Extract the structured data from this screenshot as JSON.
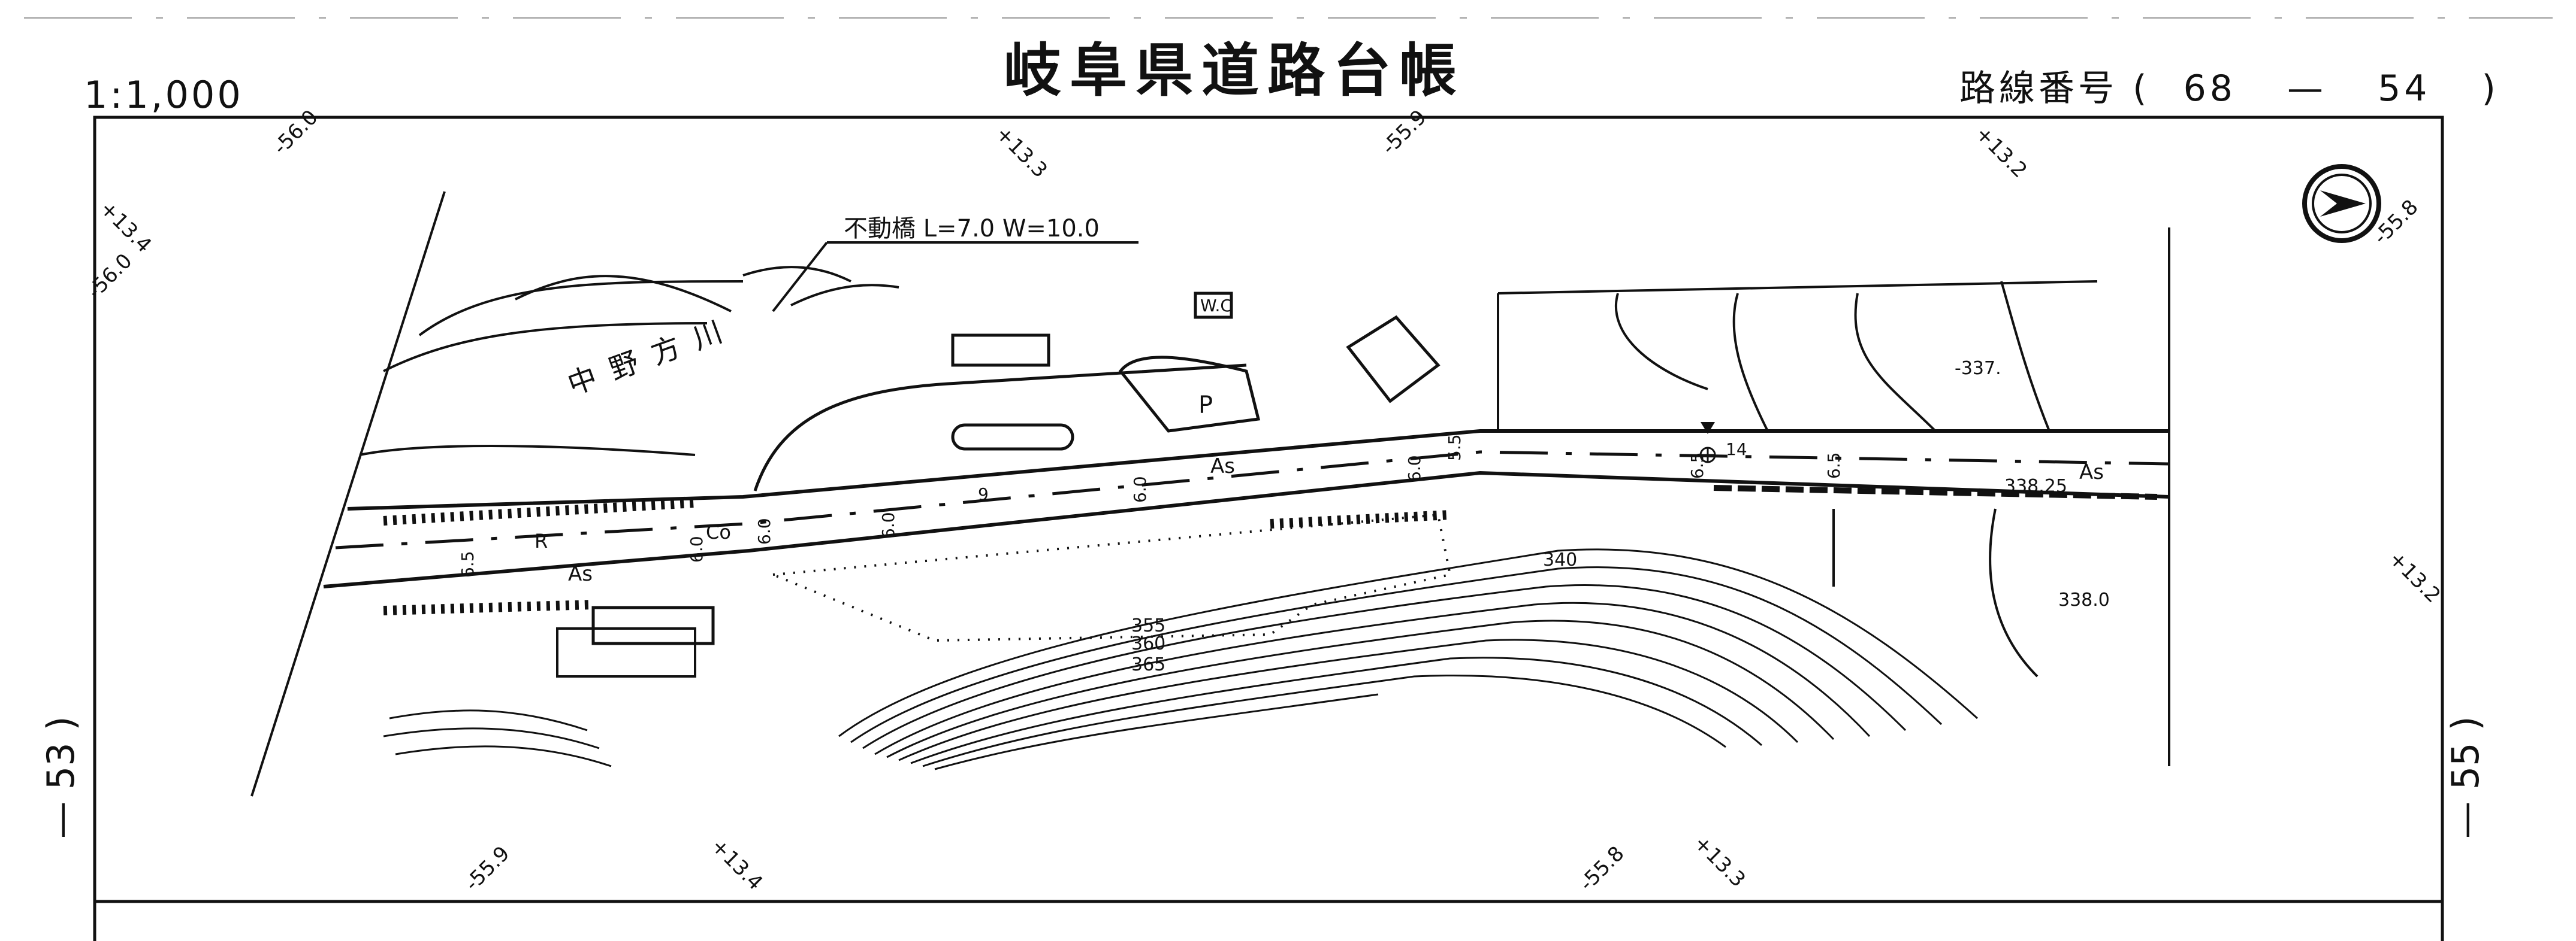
{
  "header": {
    "title": "岐阜県道路台帳",
    "scale": "1:1,000",
    "route_label": "路線番号",
    "route_open": "(",
    "route_a": "68",
    "route_dash": "—",
    "route_b": "54",
    "route_close": ")"
  },
  "sheet_refs": {
    "left": "53",
    "right": "55"
  },
  "map_labels": {
    "river": "中野方川",
    "bridge": "不動橋 L=7.0 W=10.0",
    "toilet": "W.C",
    "parking": "P",
    "surface": "As",
    "guardrail": "R",
    "concrete": "Co",
    "contours": [
      "340",
      "355",
      "360",
      "365"
    ],
    "spot_heights": [
      "-337.",
      "338.25",
      "338.0"
    ],
    "widths": [
      "6.5",
      "6.0",
      "6.0",
      "6.0",
      "9",
      "6.0",
      "6.0",
      "5.5",
      "6.5",
      "14",
      "6.5"
    ]
  },
  "grid_ticks": [
    "-56.0",
    "+13.3",
    "-55.9",
    "+13.2",
    "+13.4",
    "-56.0",
    "-55.8",
    "+13.2",
    "-55.9",
    "+13.4",
    "-55.8",
    "+13.3"
  ],
  "icons": {
    "north_arrow": "north-arrow-icon",
    "benchmark": "benchmark-icon"
  }
}
